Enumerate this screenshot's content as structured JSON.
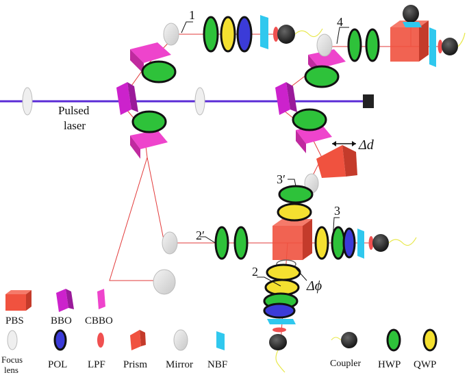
{
  "laser_label_line1": "Pulsed",
  "laser_label_line2": "laser",
  "ports": {
    "p1": "1",
    "p4": "4",
    "p3p": "3′",
    "p3": "3",
    "p2p": "2′",
    "p2": "2"
  },
  "delta_d": "Δd",
  "delta_phi": "Δϕ",
  "legend": {
    "pbs": "PBS",
    "bbo": "BBO",
    "cbbo": "CBBO",
    "focus_lens_line1": "Focus",
    "focus_lens_line2": "lens",
    "pol": "POL",
    "lpf": "LPF",
    "prism": "Prism",
    "mirror": "Mirror",
    "nbf": "NBF",
    "coupler": "Coupler",
    "hwp": "HWP",
    "qwp": "QWP"
  },
  "colors": {
    "pump_beam": "#5a2bd6",
    "red_beam": "#e23a3a",
    "pbs": "#f0523f",
    "bbo": "#cc22cc",
    "cbbo": "#ee44cc",
    "hwp": "#2ec23a",
    "qwp": "#f4e030",
    "pol": "#3b3bd8",
    "nbf": "#30c8ee",
    "lpf": "#f05050",
    "coupler": "#222222",
    "fiber": "#e8e84a"
  }
}
